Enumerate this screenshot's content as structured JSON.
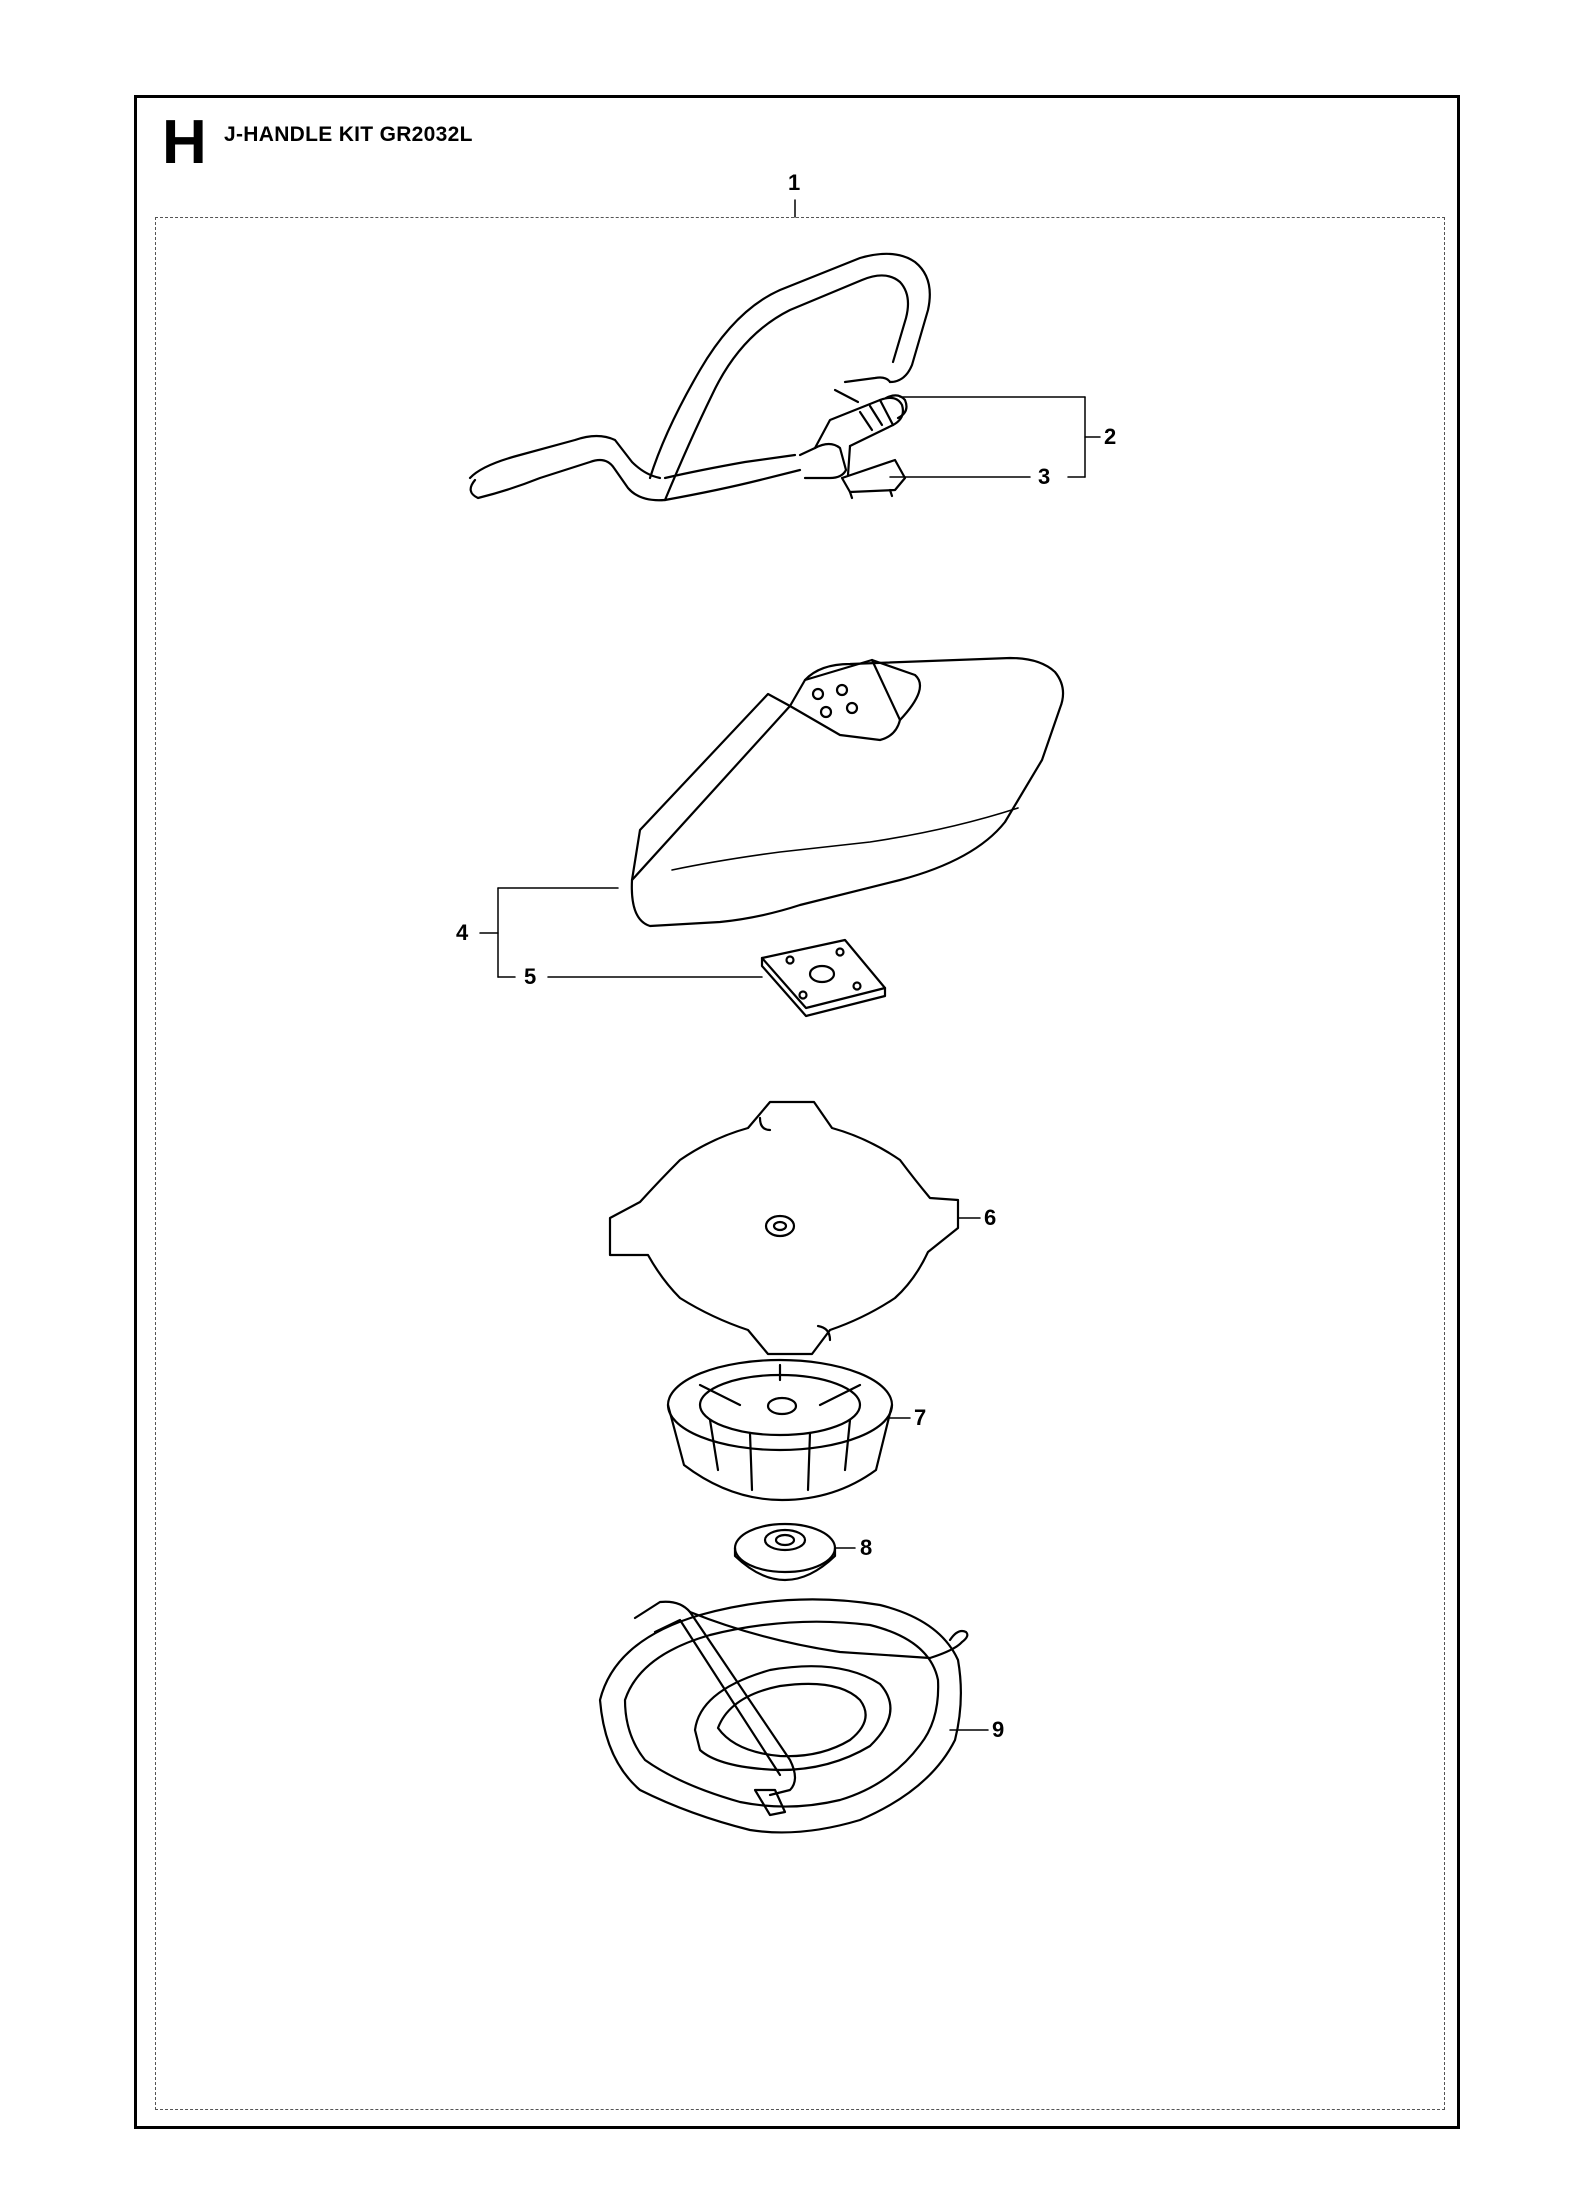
{
  "header": {
    "section_letter": "H",
    "title": "J-HANDLE KIT GR2032L"
  },
  "callouts": [
    {
      "id": "c1",
      "label": "1",
      "part": "j-handle-kit"
    },
    {
      "id": "c2",
      "label": "2",
      "part": "handle-clamp"
    },
    {
      "id": "c3",
      "label": "3",
      "part": "clamp-insert"
    },
    {
      "id": "c4",
      "label": "4",
      "part": "blade-guard"
    },
    {
      "id": "c5",
      "label": "5",
      "part": "guard-bracket-plate"
    },
    {
      "id": "c6",
      "label": "6",
      "part": "grass-blade"
    },
    {
      "id": "c7",
      "label": "7",
      "part": "support-cup"
    },
    {
      "id": "c8",
      "label": "8",
      "part": "washer"
    },
    {
      "id": "c9",
      "label": "9",
      "part": "transport-guard"
    }
  ]
}
